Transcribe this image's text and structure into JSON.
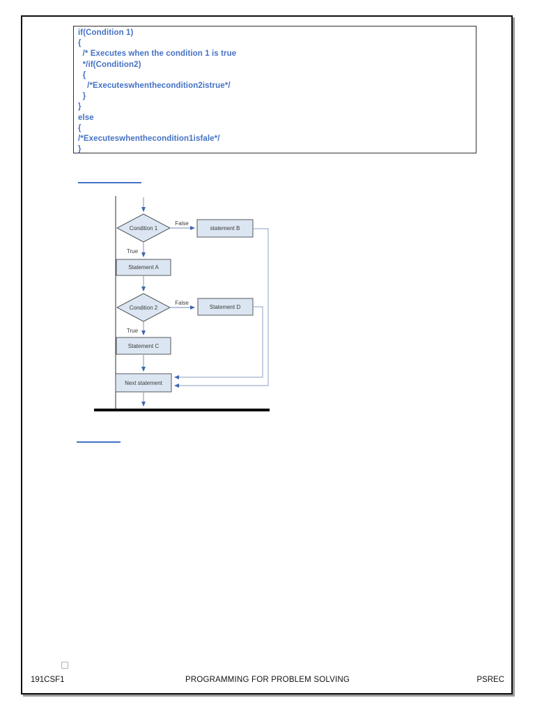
{
  "code_block": {
    "text": "if(Condition 1)\n{\n  /* Executes when the condition 1 is true\n  */if(Condition2)\n  {\n    /*Executeswhenthecondition2istrue*/\n  }\n}\nelse\n{\n/*Executeswhenthecondition1isfale*/\n}"
  },
  "flowchart": {
    "condition1": "Condition 1",
    "condition2": "Condition 2",
    "statement_a": "Statement A",
    "statement_b": "statement B",
    "statement_c": "Statement C",
    "statement_d": "Statement D",
    "next_statement": "Next statement",
    "true1": "True",
    "false1": "False",
    "true2": "True",
    "false2": "False",
    "colors": {
      "shape_fill": "#dce6f2",
      "shape_border": "#53585e",
      "connector": "#9fb1cd",
      "arrowhead": "#3c67ae",
      "frame_line": "#4d5257",
      "terminal_bar": "#000000",
      "accent_blue": "#4472c4"
    }
  },
  "footer": {
    "left": "191CSF1",
    "center": "PROGRAMMING FOR PROBLEM SOLVING",
    "right": "PSREC"
  }
}
